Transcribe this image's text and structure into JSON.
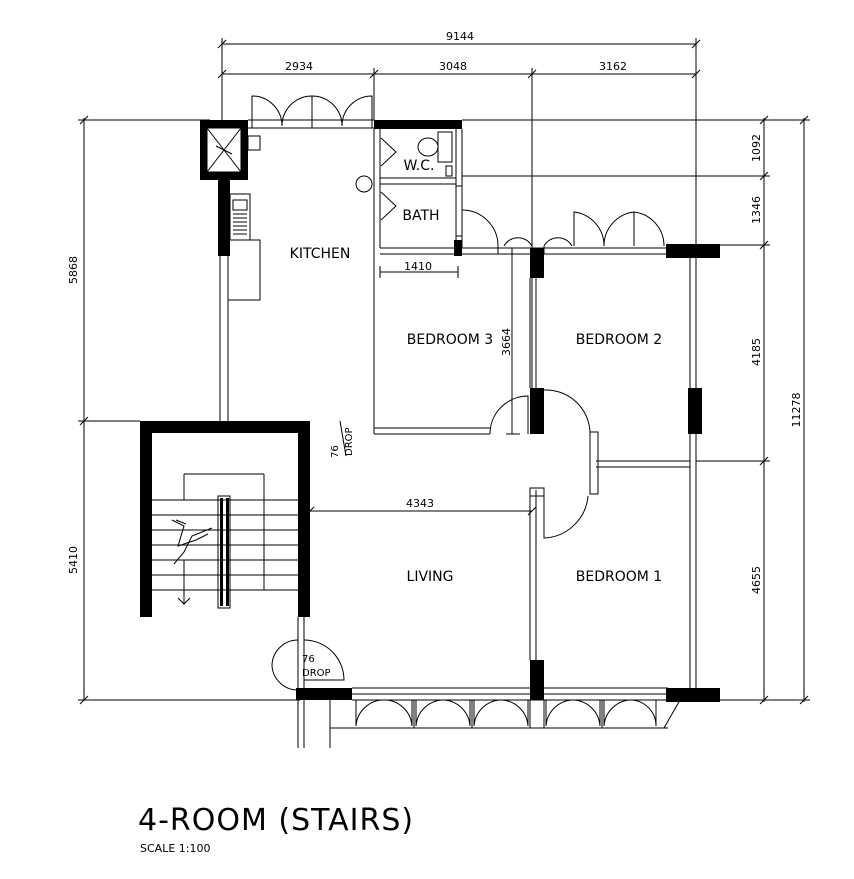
{
  "title": "4-ROOM (STAIRS)",
  "scale": "SCALE   1:100",
  "rooms": {
    "kitchen": "KITCHEN",
    "wc": "W.C.",
    "bath": "BATH",
    "bedroom3": "BEDROOM 3",
    "bedroom2": "BEDROOM 2",
    "bedroom1": "BEDROOM 1",
    "living": "LIVING"
  },
  "dimensions": {
    "top_total": "9144",
    "top_seg1": "2934",
    "top_seg2": "3048",
    "top_seg3": "3162",
    "left_upper": "5868",
    "left_lower": "5410",
    "right_1": "1092",
    "right_2": "1346",
    "right_3": "4185",
    "right_4": "4655",
    "right_total": "11278",
    "bed3_width": "1410",
    "bed3_depth": "3664",
    "living_width": "4343"
  },
  "drops": {
    "drop1_value": "76",
    "drop1_text": "DROP",
    "drop2_value": "76",
    "drop2_text": "DROP"
  }
}
